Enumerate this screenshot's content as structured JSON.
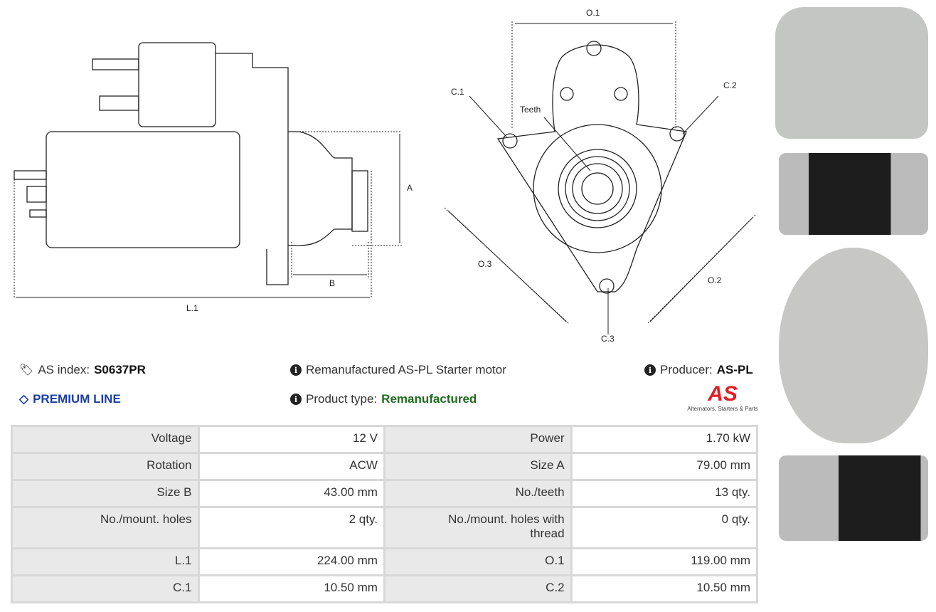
{
  "drawing": {
    "labels": {
      "A": "A",
      "B": "B",
      "L1": "L.1",
      "O1": "O.1",
      "O2": "O.2",
      "O3": "O.3",
      "C1": "C.1",
      "C2": "C.2",
      "C3": "C.3",
      "teeth": "Teeth"
    }
  },
  "info": {
    "as_index_label": "AS index:",
    "as_index": "S0637PR",
    "premium": "PREMIUM LINE",
    "description": "Remanufactured AS-PL Starter motor",
    "product_type_label": "Product type:",
    "product_type": "Remanufactured",
    "producer_label": "Producer:",
    "producer": "AS-PL",
    "logo_tagline": "Alternators, Starters & Parts",
    "logo_text": "AS"
  },
  "colors": {
    "premium": "#1a3fa0",
    "product_type": "#1e6b1e",
    "logo": "#e31e24"
  },
  "specs": [
    [
      "Voltage",
      "12 V",
      "Power",
      "1.70 kW"
    ],
    [
      "Rotation",
      "ACW",
      "Size A",
      "79.00 mm"
    ],
    [
      "Size B",
      "43.00 mm",
      "No./teeth",
      "13 qty."
    ],
    [
      "No./mount. holes",
      "2 qty.",
      "No./mount. holes with thread",
      "0 qty."
    ],
    [
      "L.1",
      "224.00 mm",
      "O.1",
      "119.00 mm"
    ],
    [
      "C.1",
      "10.50 mm",
      "C.2",
      "10.50 mm"
    ]
  ]
}
